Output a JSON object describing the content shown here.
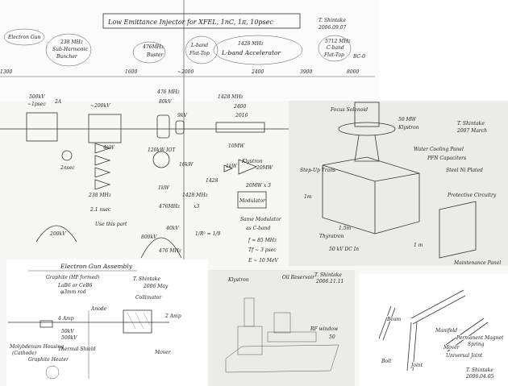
{
  "top_sheet": {
    "title": "Low Emittance Injector for XFEL, 1nC, 1π, 10psec",
    "author": "T. Shintake",
    "date": "2006.09.07",
    "bubbles": [
      "Electron Gun",
      "238 MHz",
      "Sub-Harmonic",
      "Buncher",
      "476MHz",
      "Buster",
      "L-band",
      "Flat-Top",
      "1428 MHz",
      "L-band Accelerator",
      "5712 MHz",
      "C-band",
      "Flat-Top"
    ],
    "bc0": "BC-0",
    "distances": [
      "1300",
      "1600",
      "~2000",
      "2400",
      "3900",
      "8000"
    ],
    "labels": {
      "gun_voltage": "500kV",
      "gun_pulse": "~1psec",
      "current": "2A",
      "buncher_voltage": "~200kV",
      "pulse": "2nsec",
      "amp_power": "4kW",
      "sub_freq": "238 MHz",
      "booster_freq": "476 MHz",
      "booster_voltage": "80kV",
      "flat_voltage": "9kV",
      "iot": "120kW IOT",
      "iot_drive": "1kW",
      "booster_drive_freq": "476MHz",
      "lband_freq": "1428 MHz",
      "times3": "x3",
      "lband_amp": "16kW",
      "acc_freq": "1428 MHz",
      "acc_len": "2400",
      "acc_len2": "2016",
      "feed_power": "10MW",
      "driver_power": "1kW",
      "klystron": "Klystron",
      "klystron_power": "20MW",
      "driver_freq": "1428",
      "total_power": "20MW x 3",
      "modulator": "Modulator",
      "same_mod_1": "Same Modulator",
      "same_mod_2": "as C-band",
      "freq_result": "f ≈ 85 MHz",
      "tf_result": "Tf ~ 3 psec",
      "energy_result": "E ~ 10 MeV",
      "wave_width": "2.1 nsec",
      "use_part": "Use this part",
      "wave_amp": "200kV",
      "wave2_amp": "800kV",
      "wave2_dip": "40kV",
      "wave2_freq": "476 MHz",
      "ratio": "1/R² = 1/9"
    }
  },
  "klystron_sheet": {
    "focus": "Focus Solenoid",
    "power": "50 MW",
    "name": "Klystron",
    "author": "T. Shintake",
    "date": "2007 March",
    "water": "Water Cooling Panel",
    "pfn": "PFN Capacitors",
    "stepup": "Step-Up Trans",
    "steel": "Steel Ni Plated",
    "height": "1m",
    "protect": "Protective Circuitry",
    "length": "1.5m",
    "thyratron": "Thyratron",
    "width": "1 m",
    "dc_in": "50 kV DC In",
    "maint": "Maintenance Panel"
  },
  "gun_sheet": {
    "title": "Electron Gun Assembly",
    "author": "T. Shintake",
    "date": "2006 May",
    "graphite": "Graphite (HP formed)",
    "cathode_1": "LaB6 or CeB6",
    "cathode_2": "φ3mm rod",
    "anode": "Anode",
    "collimator": "Collimator",
    "beam_in": "4 Amp",
    "beam_out": "2 Amp",
    "v1": "50kV",
    "v2": "500kV",
    "housing_1": "Molybdenum Housing",
    "housing_2": "(Cathode)",
    "shield": "Thermal Shield",
    "heater": "Graphite Heater",
    "mover": "Mover"
  },
  "oil_sheet": {
    "klystron": "Klystron",
    "author": "T. Shintake",
    "date": "2006.11.11",
    "oil": "Oil Reservoir",
    "rf": "RF window",
    "dim": "50"
  },
  "mover_sheet": {
    "beam": "Beam",
    "manifold": "Manifold",
    "spring_1": "Permanent Magnet",
    "spring_2": "Spring",
    "mover": "Mover",
    "joint_u": "Universal Joint",
    "bolt": "Bolt",
    "joint": "Joint",
    "author": "T. Shintake",
    "date": "2006.04.05"
  }
}
